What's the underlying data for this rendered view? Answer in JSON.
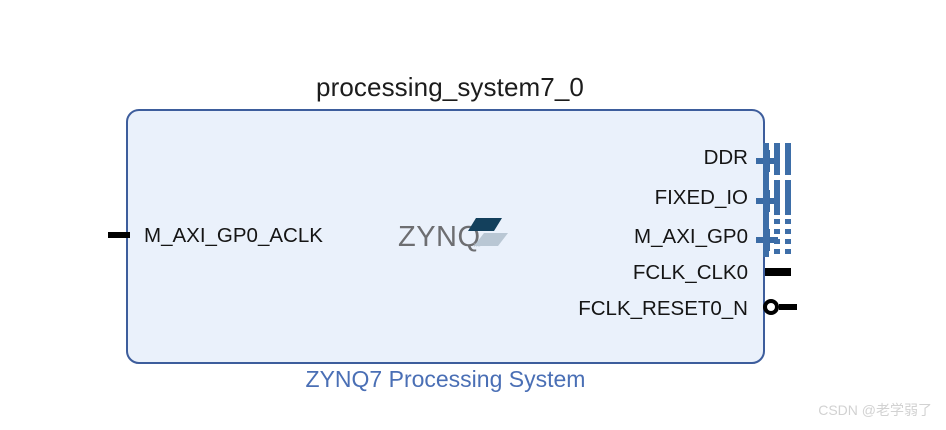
{
  "diagram": {
    "instance_title": "processing_system7_0",
    "block_caption": "ZYNQ7 Processing System",
    "logo_text": "ZYNQ",
    "colors": {
      "block_fill": "#eaf1fb",
      "block_border": "#3d5d9c",
      "caption_text": "#4a6fb5",
      "bus_blue": "#3d6ea8",
      "plus_blue": "#3a6ba5",
      "stub_black": "#000000",
      "logo_dark": "#13405c",
      "logo_light": "#b9c7d4",
      "logo_text_gray": "#6d6e71",
      "watermark_gray": "#d2d2d2"
    },
    "left_ports": [
      {
        "label": "M_AXI_GP0_ACLK",
        "type": "clock-input",
        "stub": "line"
      }
    ],
    "right_ports": [
      {
        "label": "DDR",
        "type": "bus-interface",
        "stub": "bus-solid",
        "expandable": true,
        "expand_icon": "plus-icon"
      },
      {
        "label": "FIXED_IO",
        "type": "bus-interface",
        "stub": "bus-solid",
        "expandable": true,
        "expand_icon": "plus-icon"
      },
      {
        "label": "M_AXI_GP0",
        "type": "bus-interface",
        "stub": "bus-dashed",
        "expandable": true,
        "expand_icon": "plus-icon"
      },
      {
        "label": "FCLK_CLK0",
        "type": "clock-output",
        "stub": "line",
        "expandable": false
      },
      {
        "label": "FCLK_RESET0_N",
        "type": "reset-output-active-low",
        "stub": "bubble",
        "expandable": false
      }
    ]
  },
  "watermark": {
    "text": "CSDN @老学弱了"
  }
}
